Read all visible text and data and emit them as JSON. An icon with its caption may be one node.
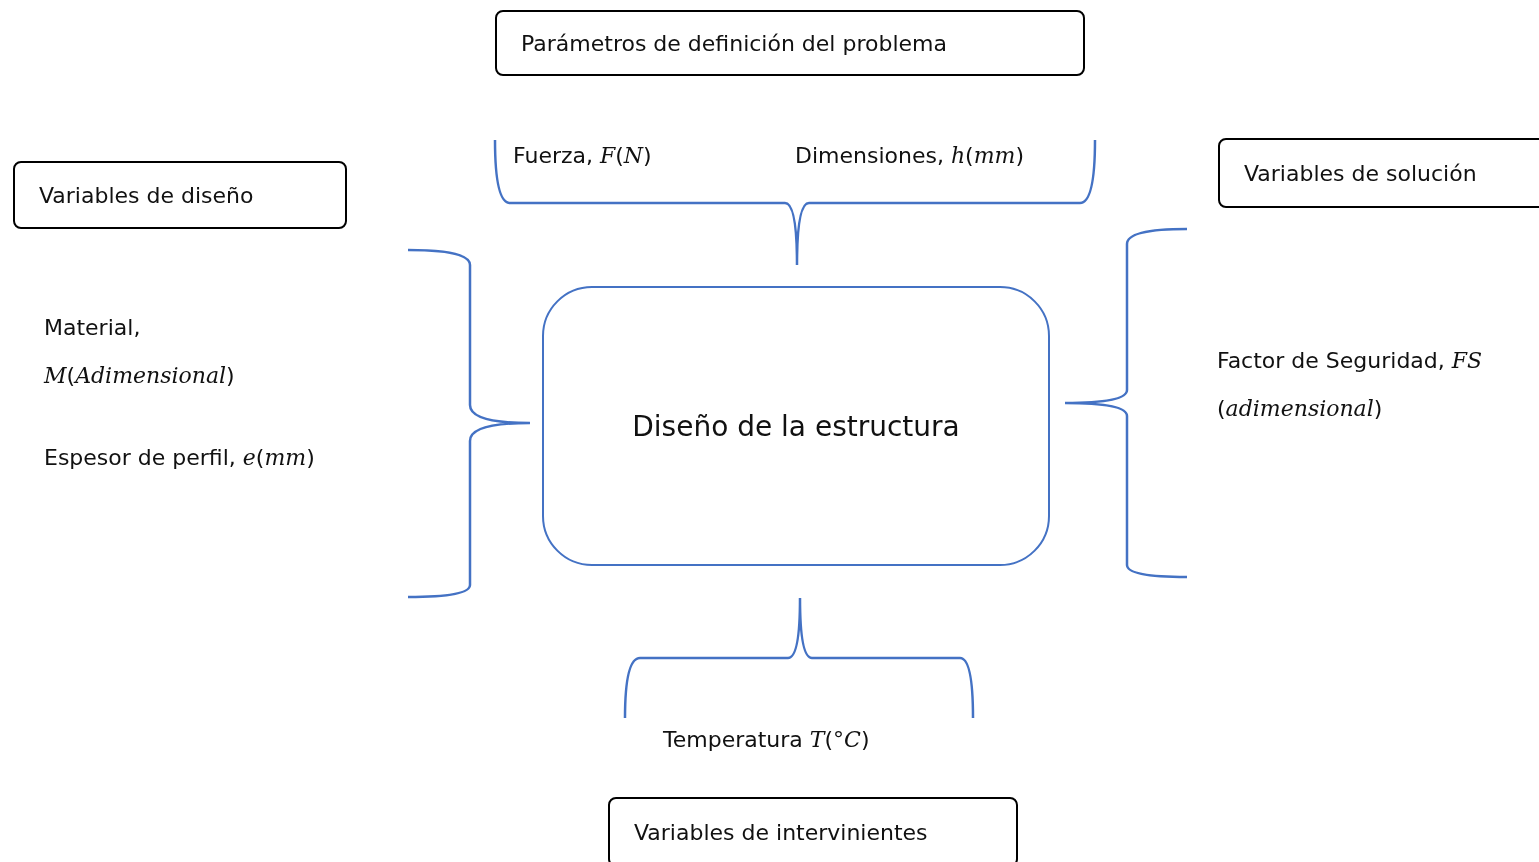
{
  "diagram": {
    "nodes": [
      {
        "text": [
          "Parámetros de definición del problema"
        ]
      },
      {
        "text": [
          "Variables de diseño"
        ]
      },
      {
        "text": [
          "Variables de solución"
        ]
      },
      {
        "text": [
          "Diseño de la estructura"
        ]
      },
      {
        "text": [
          "Variables de intervinientes"
        ]
      }
    ],
    "labels": [
      "Fuerza, *F*(*N*)",
      "Dimensiones, *h*(*mm*)",
      "Material, *M*(*Adimensional*)",
      "Espesor de perfil, *e*(*mm*)",
      "Factor de Seguridad, *FS* (*adimensional*)",
      "Temperatura *T*(°*C*)"
    ]
  }
}
